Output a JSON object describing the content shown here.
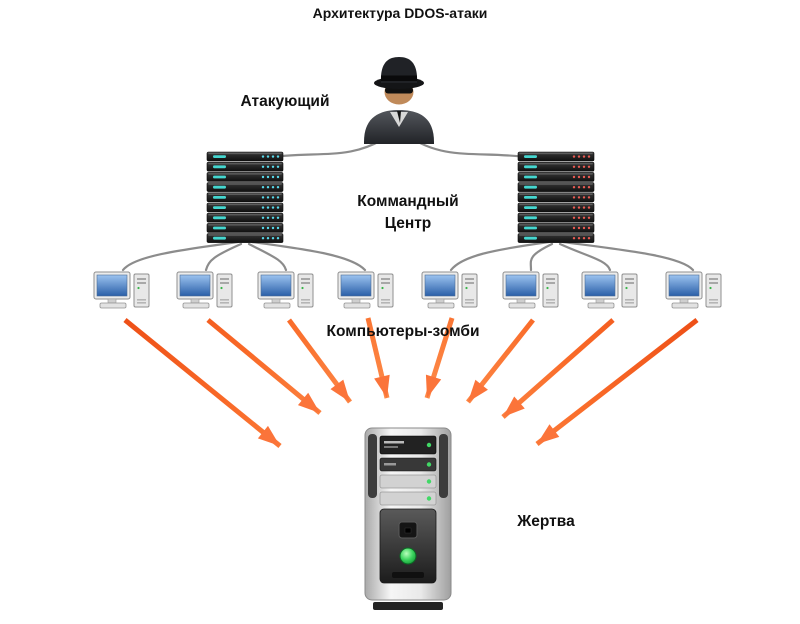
{
  "title": "Архитектура DDOS-атаки",
  "nodes": {
    "attacker": {
      "label": "Атакующий"
    },
    "command_center": {
      "label_line1": "Коммандный",
      "label_line2": "Центр",
      "rack_count": 2
    },
    "zombies": {
      "label": "Компьютеры-зомби",
      "count": 8
    },
    "victim": {
      "label": "Жертва"
    }
  },
  "colors": {
    "connector": "#8c8c8c",
    "arrow_dark": "#e8420e",
    "arrow_mid": "#f96a28",
    "arrow_light": "#ff9a58",
    "background": "#ffffff"
  }
}
